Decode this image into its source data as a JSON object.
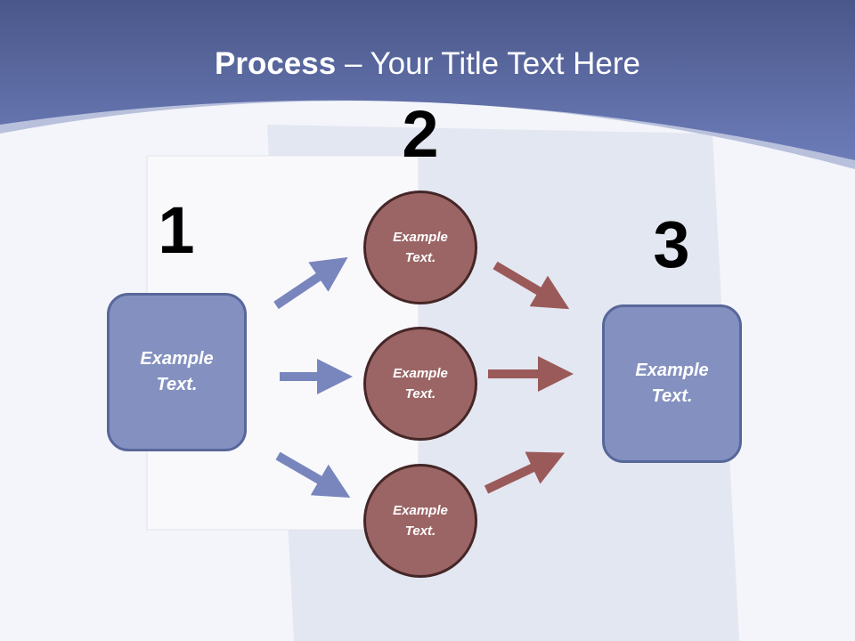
{
  "title": {
    "bold": "Process",
    "rest": " – Your Title Text Here"
  },
  "steps": [
    {
      "number": "1",
      "text": "Example\nText."
    },
    {
      "number": "2",
      "circles": [
        "Example\nText.",
        "Example\nText.",
        "Example\nText."
      ]
    },
    {
      "number": "3",
      "text": "Example\nText."
    }
  ],
  "colors": {
    "header": "#5a68a4",
    "box": "#8491c0",
    "circle": "#9b6565",
    "arrow_blue": "#7886bd",
    "arrow_red": "#9b5a5a"
  }
}
